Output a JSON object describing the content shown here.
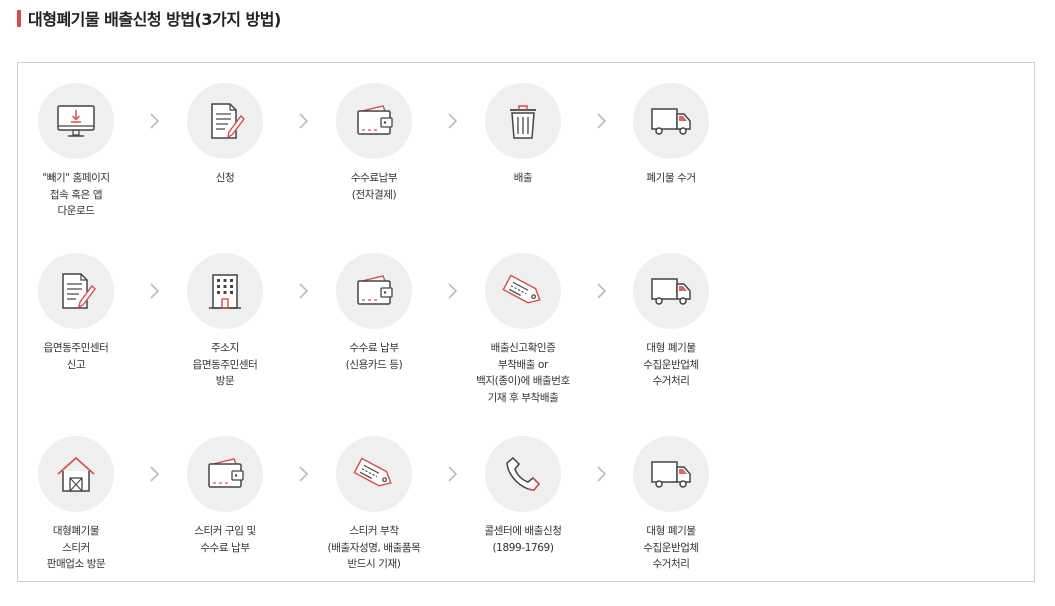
{
  "title": "대형폐기물 배출신청 방법(3가지 방법)",
  "colors": {
    "accent": "#d84b4b",
    "icon_stroke": "#444444",
    "circle_bg": "#efefef",
    "arrow": "#bbbbbb"
  },
  "rows": [
    {
      "steps": [
        {
          "icon": "monitor-download-icon",
          "label": "\"빼기\" 홈페이지\n접속 혹은 앱\n다운로드"
        },
        {
          "icon": "document-pen-icon",
          "label": "신청"
        },
        {
          "icon": "wallet-icon",
          "label": "수수료납부\n(전자결제)"
        },
        {
          "icon": "trash-can-icon",
          "label": "배출"
        },
        {
          "icon": "truck-icon",
          "label": "폐기물 수거"
        }
      ]
    },
    {
      "steps": [
        {
          "icon": "document-pen-icon",
          "label": "읍면동주민센터\n신고"
        },
        {
          "icon": "building-icon",
          "label": "주소지\n읍면동주민센터\n방문"
        },
        {
          "icon": "wallet-icon",
          "label": "수수료 납부\n(신용카드 등)"
        },
        {
          "icon": "tag-icon",
          "label": "배출신고확인증\n부착배출 or\n백지(종이)에 배출번호\n기재 후 부착배출"
        },
        {
          "icon": "truck-icon",
          "label": "대형 폐기물\n수집운반업체\n수거처리"
        }
      ]
    },
    {
      "steps": [
        {
          "icon": "house-icon",
          "label": "대형폐기물\n스티커\n판매업소 방문"
        },
        {
          "icon": "wallet-icon",
          "label": "스티커 구입 및\n수수료 납부"
        },
        {
          "icon": "tag-icon",
          "label": "스티커 부착\n(배출자성명, 배출품목\n반드시 기재)"
        },
        {
          "icon": "phone-icon",
          "label": "콜센터에 배출신청\n(1899-1769)"
        },
        {
          "icon": "truck-icon",
          "label": "대형 폐기물\n수집운반업체\n수거처리"
        }
      ]
    }
  ]
}
